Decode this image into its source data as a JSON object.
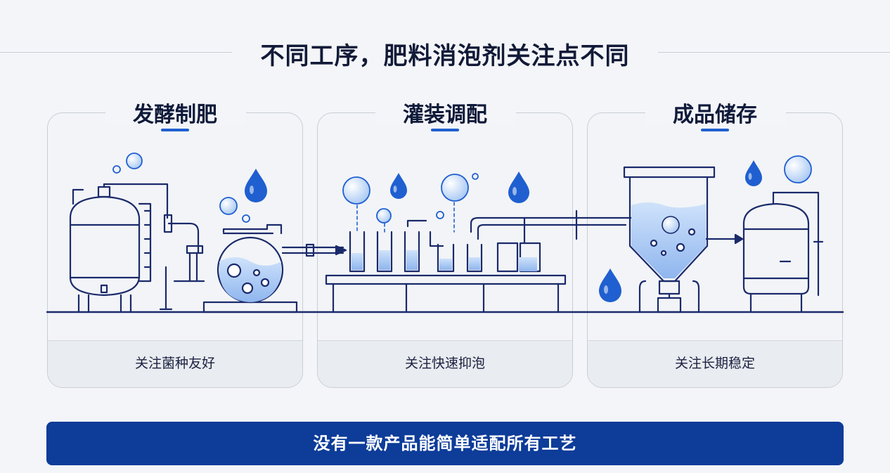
{
  "title": "不同工序，肥料消泡剂关注点不同",
  "stages": [
    {
      "title": "发酵制肥",
      "focus": "关注菌种友好"
    },
    {
      "title": "灌装调配",
      "focus": "关注快速抑泡"
    },
    {
      "title": "成品储存",
      "focus": "关注长期稳定"
    }
  ],
  "conclusion": "没有一款产品能简单适配所有工艺",
  "colors": {
    "accent": "#1f5fd0",
    "navy": "#0d3c99",
    "line": "#1b2a6b",
    "liquid": "#a9c9f2"
  }
}
